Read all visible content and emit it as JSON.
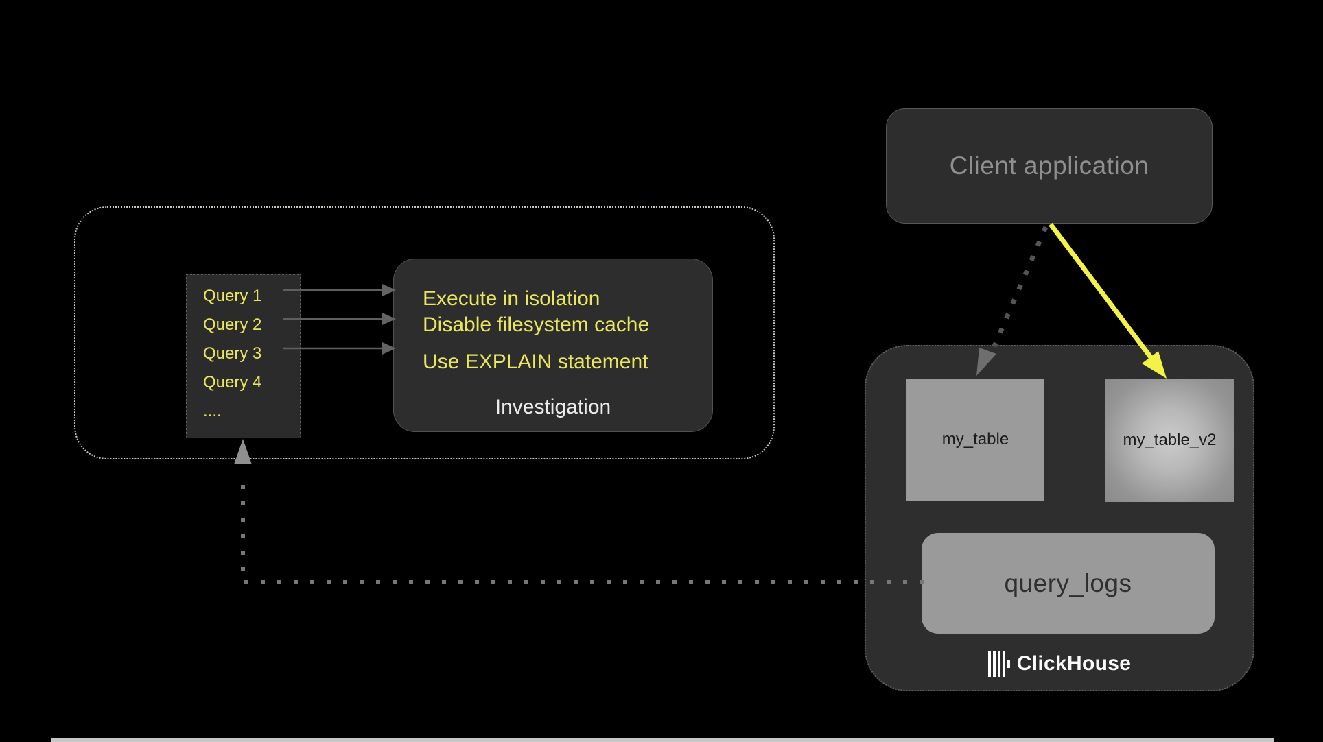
{
  "client": {
    "label": "Client application"
  },
  "queries": {
    "items": [
      "Query 1",
      "Query 2",
      "Query 3",
      "Query 4",
      "...."
    ]
  },
  "investigation": {
    "tips": [
      "Execute in isolation",
      "Disable filesystem cache",
      "Use EXPLAIN statement"
    ],
    "caption": "Investigation"
  },
  "clickhouse": {
    "table_primary": "my_table",
    "table_v2": "my_table_v2",
    "logs": "query_logs",
    "brand": "ClickHouse",
    "logo_icon": "clickhouse-bars-icon"
  },
  "colors": {
    "background": "#000000",
    "panel_dark": "#2d2d2d",
    "table_gray": "#9b9b9b",
    "label_yellow": "#eae75f",
    "highlight_yellow": "#f3f347",
    "arrow_gray": "#5f5f5f",
    "dotted_gray": "#777777",
    "dotted_border_light": "#c9c9bf"
  }
}
